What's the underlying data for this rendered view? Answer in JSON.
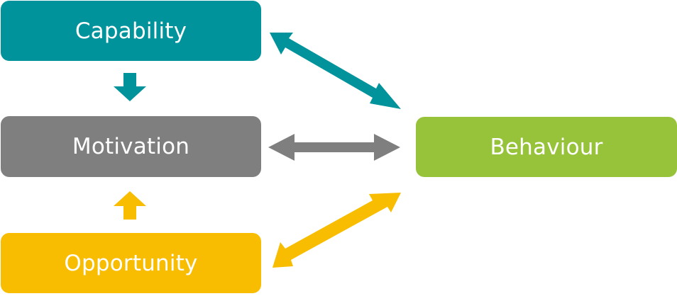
{
  "diagram": {
    "nodes": {
      "capability": {
        "label": "Capability",
        "color": "#00939b"
      },
      "motivation": {
        "label": "Motivation",
        "color": "#7f7f7f"
      },
      "opportunity": {
        "label": "Opportunity",
        "color": "#f8bd00"
      },
      "behaviour": {
        "label": "Behaviour",
        "color": "#97c33a"
      }
    },
    "edges": [
      {
        "from": "capability",
        "to": "behaviour",
        "direction": "both",
        "color": "#00939b"
      },
      {
        "from": "motivation",
        "to": "behaviour",
        "direction": "both",
        "color": "#7f7f7f"
      },
      {
        "from": "opportunity",
        "to": "behaviour",
        "direction": "both",
        "color": "#f8bd00"
      },
      {
        "from": "capability",
        "to": "motivation",
        "direction": "forward",
        "color": "#00939b"
      },
      {
        "from": "opportunity",
        "to": "motivation",
        "direction": "forward",
        "color": "#f8bd00"
      }
    ]
  }
}
